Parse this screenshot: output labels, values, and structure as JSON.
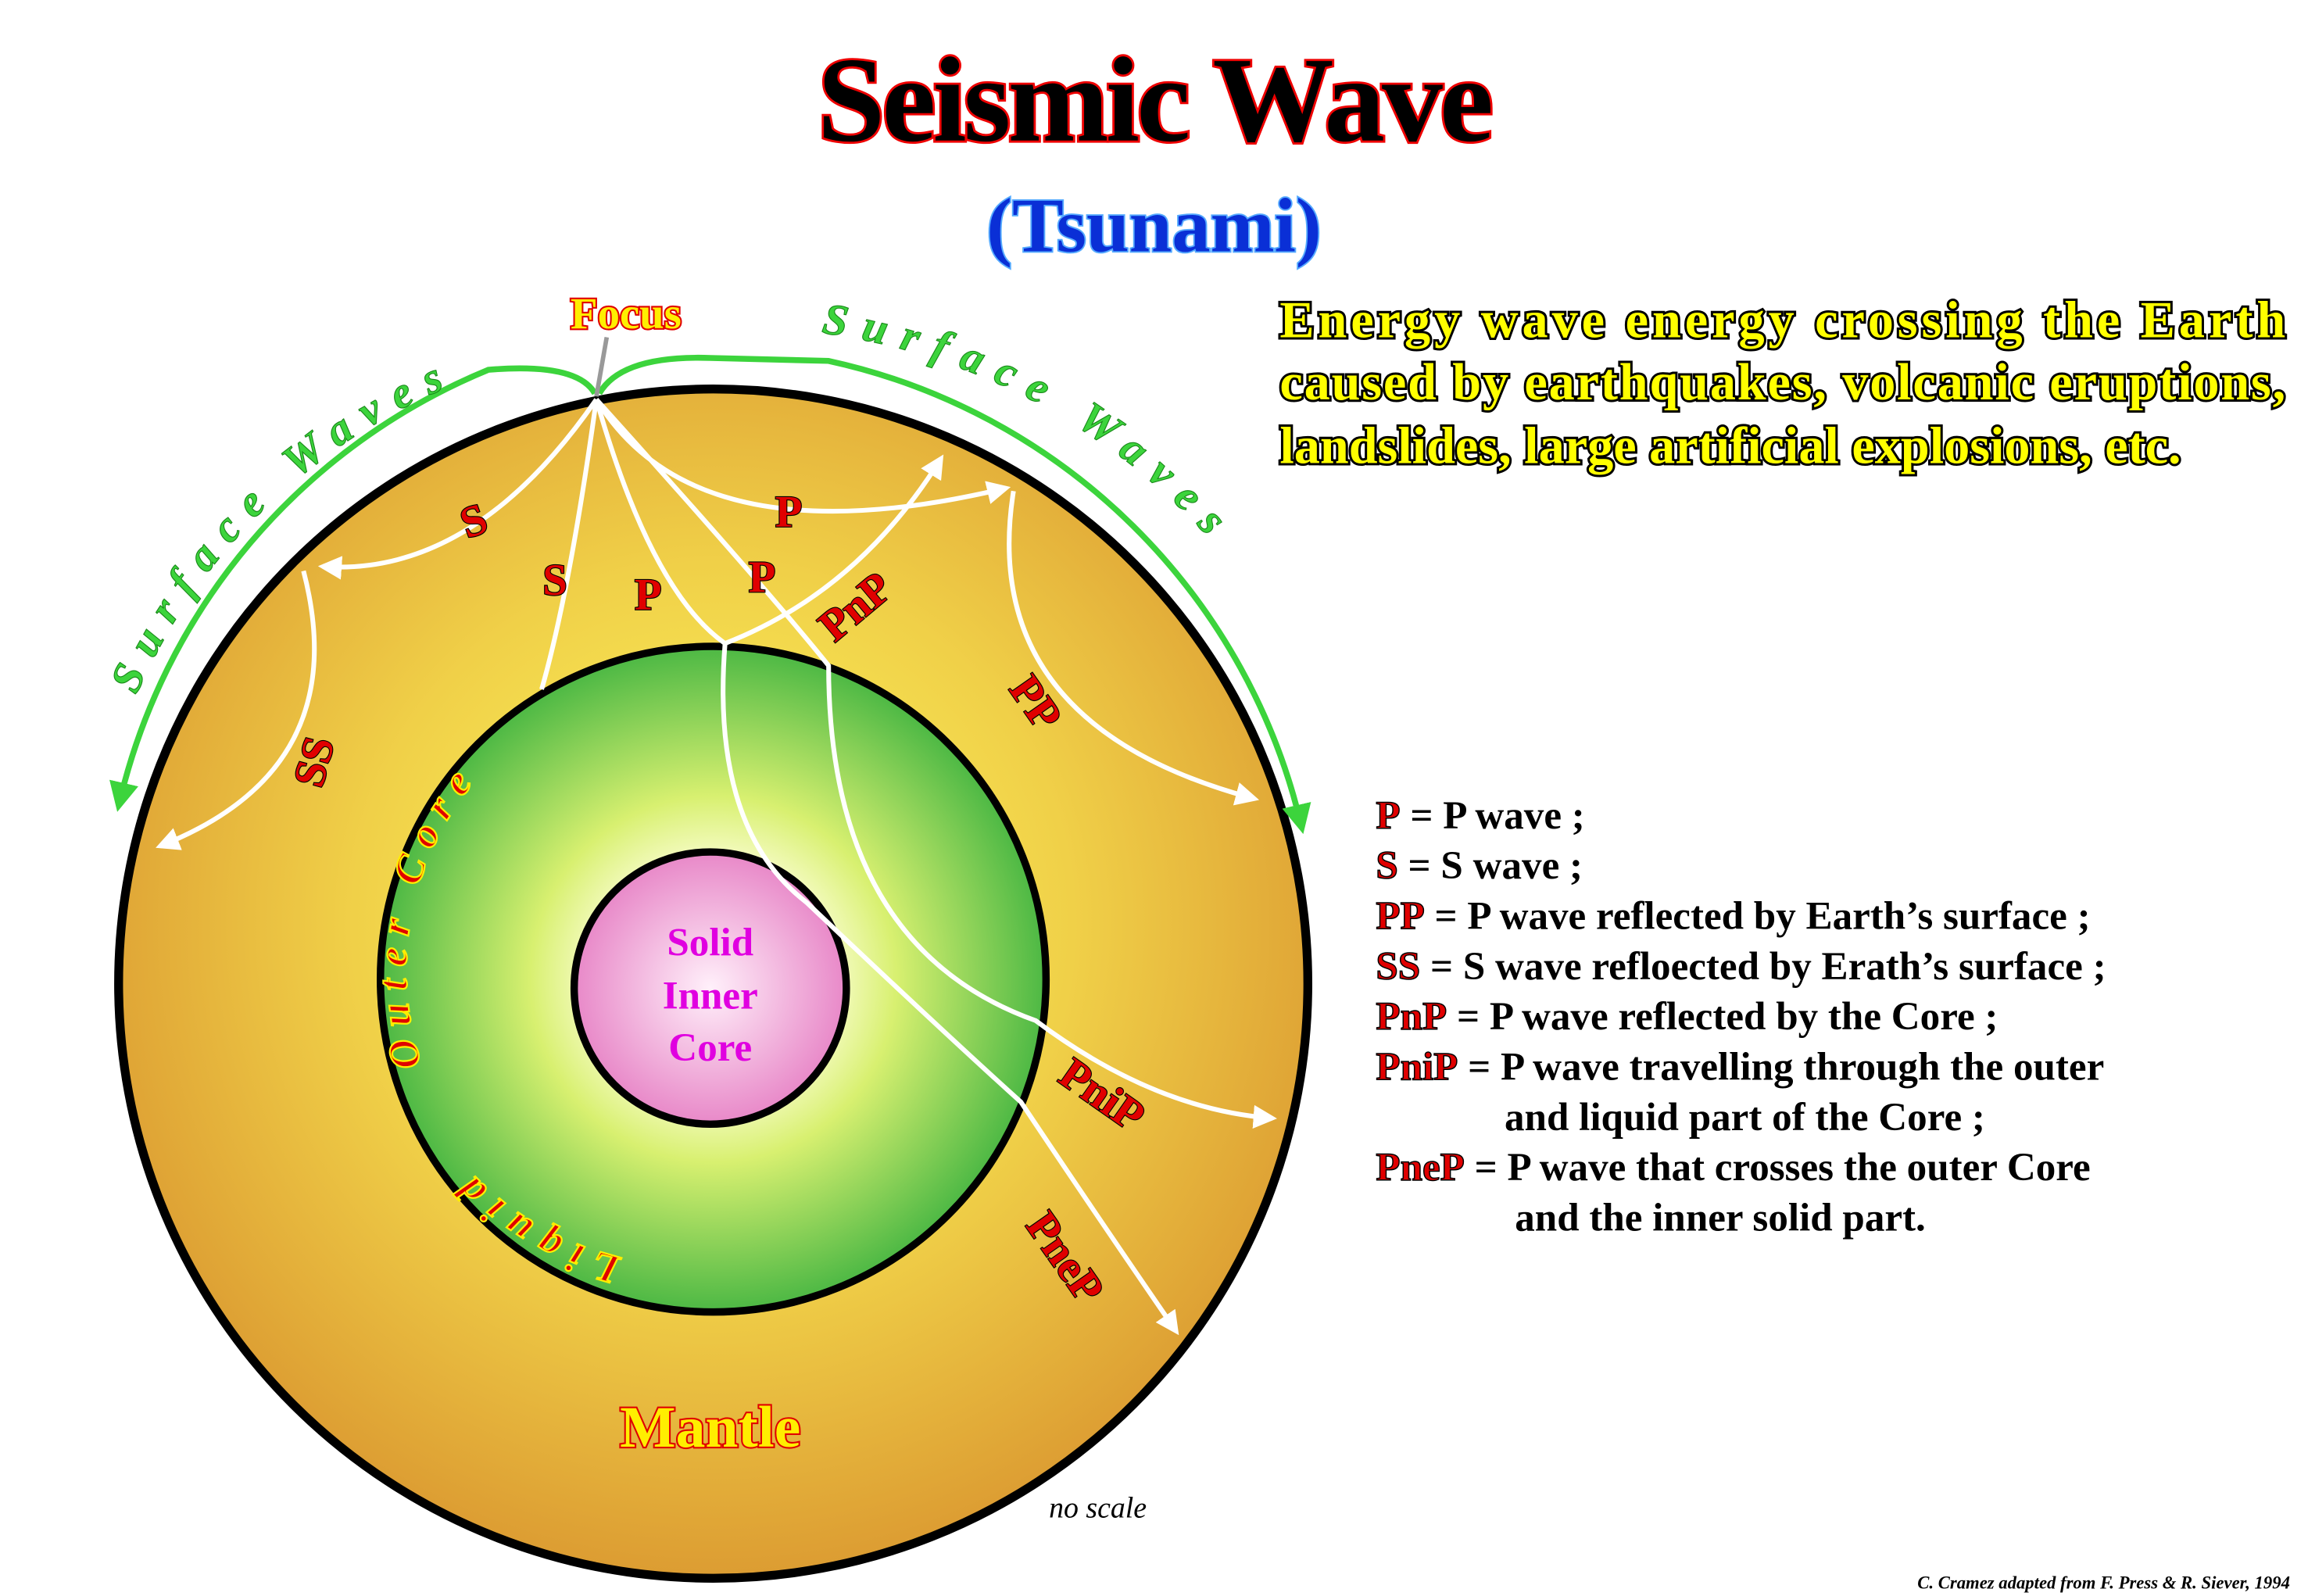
{
  "title": "Seismic Wave",
  "subtitle": "(Tsunami)",
  "description": [
    "Energy wave energy crossing the Earth",
    "caused by earthquakes, volcanic eruptions,",
    "landslides, large artificial explosions, etc."
  ],
  "diagram": {
    "focus": "Focus",
    "surface_waves_left": "Surface Waves",
    "surface_waves_right": "Surface Waves",
    "outer_core": "Outer Core",
    "liquid": "Liquid",
    "inner_core": [
      "Solid",
      "Inner",
      "Core"
    ],
    "mantle": "Mantle",
    "no_scale": "no scale",
    "wave_labels": {
      "s1": "S",
      "s2": "S",
      "p1": "P",
      "p2": "P",
      "p3": "P",
      "pnp": "PnP",
      "pp": "PP",
      "ss": "SS",
      "pnip": "PniP",
      "pnep": "PneP"
    }
  },
  "legend": [
    {
      "key": "P",
      "text": " = P wave ;"
    },
    {
      "key": "S",
      "text": " = S wave ;"
    },
    {
      "key": "PP",
      "text": " = P wave reflected by Earth’s surface ;"
    },
    {
      "key": "SS",
      "text": " = S wave refloected  by Erath’s surface ;"
    },
    {
      "key": "PnP",
      "text": " = P wave reflected  by the Core  ;"
    },
    {
      "key": "PniP",
      "text": " = P wave travelling  through  the outer",
      "cont": "and liquid part of the Core ;"
    },
    {
      "key": "PneP",
      "text": " = P wave that crosses the outer Core",
      "cont": "and the inner solid part."
    }
  ],
  "credit": "C. Cramez adapted from F. Press & R. Siever, 1994",
  "colors": {
    "mantle": "#e0a43a",
    "outer_core": "#5cc04a",
    "inner_core": "#f0a0d8",
    "surface_waves": "#3cd43c",
    "labels": "#e00000"
  }
}
